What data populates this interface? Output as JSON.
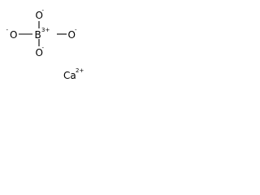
{
  "borate": {
    "center": {
      "element": "B",
      "charge": "3+"
    },
    "top_oxygen": {
      "element": "O",
      "charge": "-"
    },
    "left_oxygen": {
      "element": "O",
      "charge": "-"
    },
    "right_oxygen": {
      "element": "O",
      "charge": "-"
    },
    "bottom_oxygen": {
      "element": "O",
      "charge": "-"
    }
  },
  "counter_ion": {
    "element": "Ca",
    "charge": "2+"
  }
}
